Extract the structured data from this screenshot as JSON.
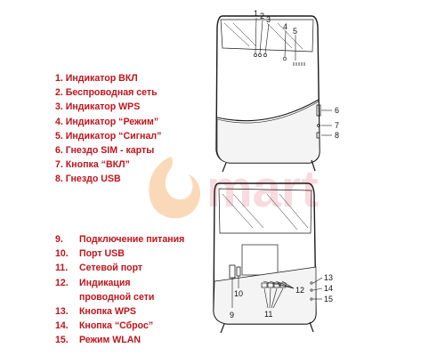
{
  "legend_front": [
    {
      "num": "1.",
      "label": "Индикатор ВКЛ"
    },
    {
      "num": "2.",
      "label": "Беспроводная сеть"
    },
    {
      "num": "3.",
      "label": "Индикатор WPS"
    },
    {
      "num": "4.",
      "label": "Индикатор “Режим”"
    },
    {
      "num": "5.",
      "label": "Индикатор “Сигнал”"
    },
    {
      "num": "6.",
      "label": "Гнездо SIM - карты"
    },
    {
      "num": "7.",
      "label": "Кнопка “ВКЛ”"
    },
    {
      "num": "8.",
      "label": "Гнездо USB"
    }
  ],
  "legend_back": [
    {
      "num": "9.",
      "label": "Подключение питания"
    },
    {
      "num": "10.",
      "label": "Порт USB"
    },
    {
      "num": "11.",
      "label": "Сетевой порт"
    },
    {
      "num": "12.",
      "label": "Индикация"
    },
    {
      "num": "",
      "label": "проводной сети"
    },
    {
      "num": "13.",
      "label": "Кнопка WPS"
    },
    {
      "num": "14.",
      "label": "Кнопка “Сброс”"
    },
    {
      "num": "15.",
      "label": "Режим WLAN"
    }
  ],
  "front_callouts": [
    "1",
    "2",
    "3",
    "4",
    "5",
    "6",
    "7",
    "8"
  ],
  "back_callouts": [
    "9",
    "10",
    "11",
    "12",
    "13",
    "14",
    "15"
  ],
  "watermark": {
    "text": "mart",
    "color": "#f3a9b6",
    "accent": "#f7c08a"
  },
  "colors": {
    "legend": "#c0141c",
    "outline": "#1a1a1a"
  }
}
